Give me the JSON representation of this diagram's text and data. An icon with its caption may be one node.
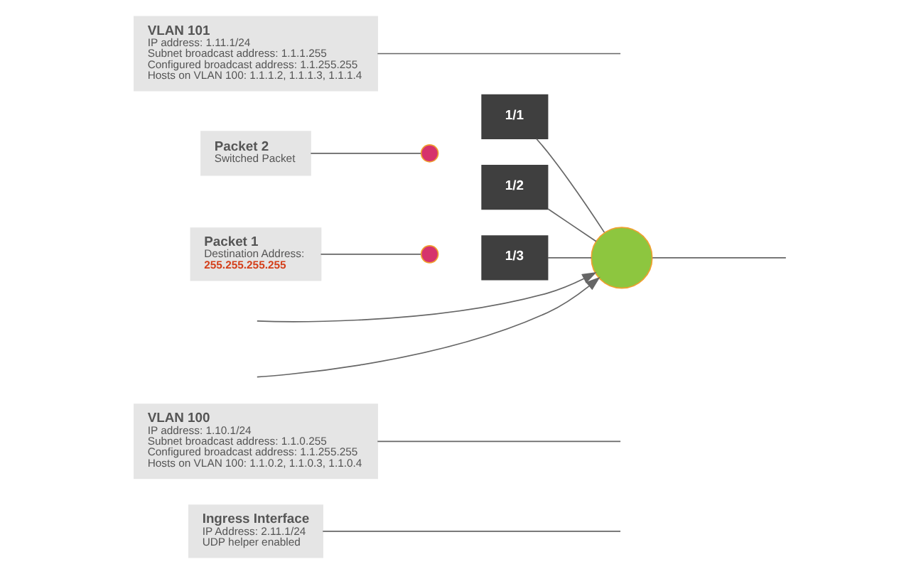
{
  "diagram": {
    "nodes": [
      {
        "text": [
          "Ingress Interface",
          "IP Address: 2.11.1/24",
          "UDP helper enabled"
        ]
      },
      {
        "text": [
          "VLAN 100",
          "IP address: 1.10.1/24",
          "Subnet broadcast address: 1.1.0.255",
          "Configured broadcast address: 1.1.255.255",
          "Hosts on VLAN 100: 1.1.0.2, 1.1.0.3, 1.1.0.4"
        ]
      },
      {
        "text": [],
        "shape": "circle"
      },
      {
        "text": [
          "1/1"
        ]
      },
      {
        "text": [
          "1/2"
        ]
      },
      {
        "text": [
          "1/3"
        ]
      },
      {
        "text": [
          "Packet 1",
          "Destination Address:",
          "255.255.255.255"
        ]
      },
      {
        "text": [],
        "shape": "circle"
      },
      {
        "text": [
          "Packet 2",
          "Switched Packet"
        ]
      },
      {
        "text": [],
        "shape": "circle"
      },
      {
        "text": [
          "VLAN 101",
          "IP address: 1.11.1/24",
          "Subnet broadcast address: 1.1.1.255",
          "Configured broadcast address: 1.1.255.255",
          "Hosts on VLAN 100: 1.1.1.2, 1.1.1.3, 1.1.1.4"
        ]
      }
    ],
    "edges": [
      {
        "from": null,
        "to": 2,
        "arrow": "to"
      },
      {
        "from": null,
        "to": 2,
        "arrow": "to"
      },
      {
        "from": 2,
        "to": null,
        "arrow": "none"
      },
      {
        "from": 0,
        "to": null,
        "arrow": "none"
      },
      {
        "from": 1,
        "to": null,
        "arrow": "none"
      },
      {
        "from": 10,
        "to": null,
        "arrow": "none"
      },
      {
        "from": 6,
        "to": 7,
        "arrow": "none"
      },
      {
        "from": 8,
        "to": 9,
        "arrow": "none"
      },
      {
        "from": 3,
        "to": 2,
        "arrow": "none"
      },
      {
        "from": 4,
        "to": 2,
        "arrow": "none"
      },
      {
        "from": 5,
        "to": 2,
        "arrow": "none"
      }
    ]
  }
}
